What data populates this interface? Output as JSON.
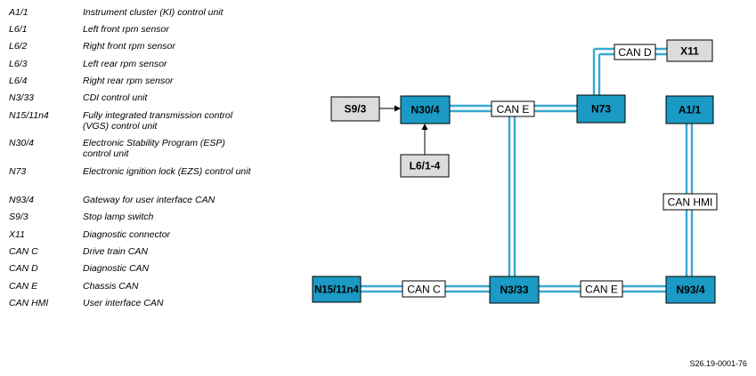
{
  "legend": [
    {
      "code": "A1/1",
      "desc": "Instrument cluster (KI) control unit"
    },
    {
      "code": "L6/1",
      "desc": "Left front rpm sensor"
    },
    {
      "code": "L6/2",
      "desc": "Right front rpm sensor"
    },
    {
      "code": "L6/3",
      "desc": "Left rear rpm sensor"
    },
    {
      "code": "L6/4",
      "desc": "Right rear rpm sensor"
    },
    {
      "code": "N3/33",
      "desc": "CDI control unit"
    },
    {
      "code": "N15/11n4",
      "desc": "Fully integrated transmission control (VGS) control unit"
    },
    {
      "code": "N30/4",
      "desc": "Electronic Stability Program (ESP) control unit"
    },
    {
      "code": "N73",
      "desc": "Electronic ignition lock (EZS) control unit"
    },
    {
      "code": "N93/4",
      "desc": "Gateway for user interface CAN"
    },
    {
      "code": "S9/3",
      "desc": "Stop lamp switch"
    },
    {
      "code": "X11",
      "desc": "Diagnostic connector"
    },
    {
      "code": "CAN C",
      "desc": "Drive train CAN"
    },
    {
      "code": "CAN D",
      "desc": "Diagnostic CAN"
    },
    {
      "code": "CAN E",
      "desc": "Chassis CAN"
    },
    {
      "code": "CAN HMI",
      "desc": "User interface CAN"
    }
  ],
  "diagram": {
    "nodes": {
      "s9_3": "S9/3",
      "n30_4": "N30/4",
      "l6_1_4": "L6/1-4",
      "n73": "N73",
      "x11": "X11",
      "a1_1": "A1/1",
      "n15_11n4": "N15/11n4",
      "n3_33": "N3/33",
      "n93_4": "N93/4"
    },
    "buses": {
      "can_e_top": "CAN E",
      "can_d": "CAN D",
      "can_hmi": "CAN HMI",
      "can_c": "CAN C",
      "can_e_bottom": "CAN E"
    },
    "colors": {
      "ecu": "#1a9ac4",
      "sensor": "#dcdcdc",
      "bus_line": "#3aa7d2",
      "label_bg": "#ffffff"
    }
  },
  "reference": "S26.19-0001-76"
}
